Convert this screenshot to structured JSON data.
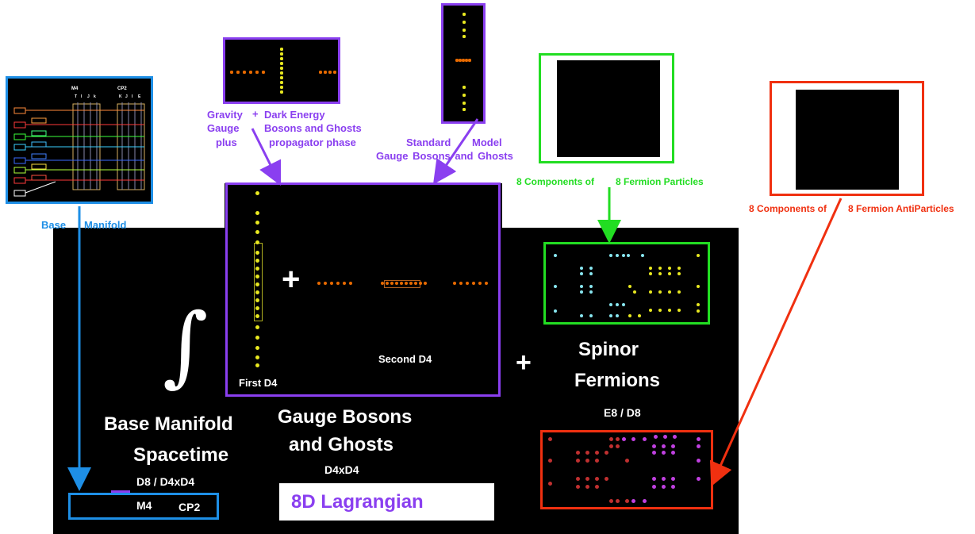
{
  "colors": {
    "blue": "#1e8fe6",
    "purple": "#8a3ff0",
    "green": "#22dd22",
    "red": "#f03010",
    "yellow": "#e8e820",
    "orange": "#e86a00",
    "cyan": "#88e6f0",
    "violet": "#c040e0",
    "darkred": "#c03030"
  },
  "labels": {
    "base": "Base",
    "manifold": "Manifold",
    "gravity": "Gravity",
    "gauge": "Gauge",
    "plus_word": "plus",
    "plus_sym": "+",
    "dark_energy": "Dark Energy",
    "bosons_ghosts": "Bosons and Ghosts",
    "propagator": "propagator phase",
    "standard": "Standard",
    "model": "Model",
    "gauge_bosons_ghosts_line": "Gauge Bosons and Ghosts",
    "comp_particles_a": "8 Components of",
    "comp_particles_b": "8 Fermion Particles",
    "comp_anti_a": "8 Components of",
    "comp_anti_b": "8 Fermion AntiParticles",
    "integral": "∫",
    "big_plus_1": "+",
    "big_plus_2": "+",
    "first_d4": "First D4",
    "second_d4": "Second D4",
    "base_manifold_1": "Base Manifold",
    "base_manifold_2": "Spacetime",
    "d8_d4xd4": "D8 / D4xD4",
    "m4": "M4",
    "cp2": "CP2",
    "gauge_bosons_1": "Gauge Bosons",
    "gauge_bosons_2": "and Ghosts",
    "d4xd4": "D4xD4",
    "lagrangian": "8D Lagrangian",
    "spinor": "Spinor",
    "fermions": "Fermions",
    "e8_d8": "E8 / D8"
  },
  "inset_base": {
    "m4": "M4",
    "cp2": "CP2",
    "m4_cols": [
      "T",
      "I",
      "J",
      "k"
    ],
    "cp2_cols": [
      "K",
      "J",
      "I",
      "E"
    ]
  }
}
